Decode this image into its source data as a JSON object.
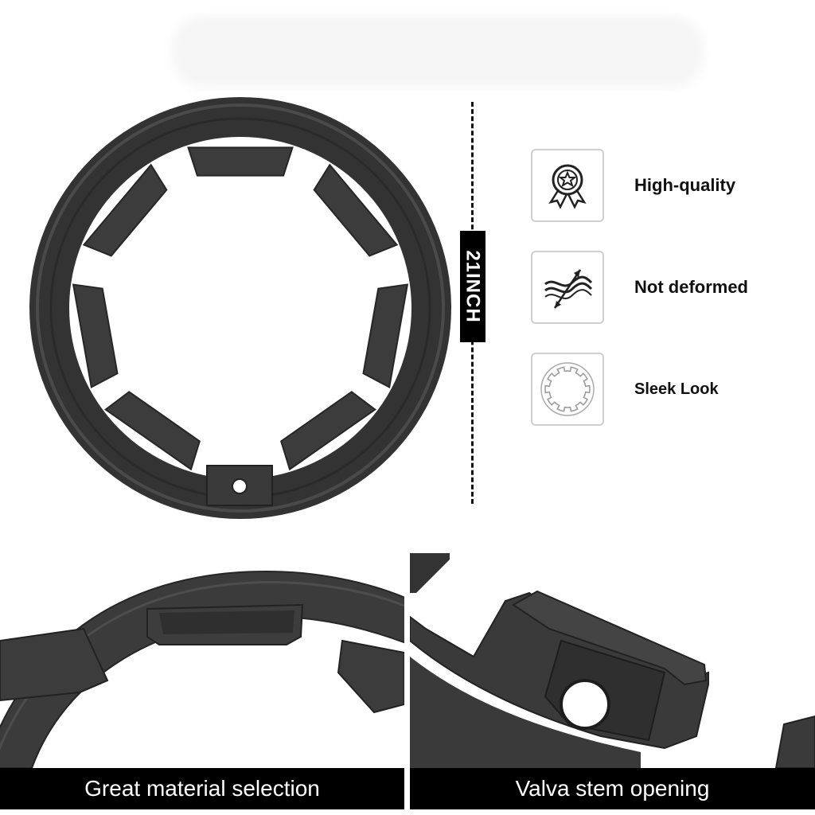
{
  "size_badge": "21INCH",
  "features": [
    {
      "icon": "award-medal-icon",
      "label": "High-quality"
    },
    {
      "icon": "flex-wave-icon",
      "label": "Not deformed"
    },
    {
      "icon": "gear-outline-icon",
      "label": "Sleek Look"
    }
  ],
  "captions": {
    "left": "Great material selection",
    "right": "Valva stem opening"
  },
  "colors": {
    "ring": "#3a3a3a",
    "ring_dark": "#2a2a2a",
    "caption_bg": "#000000",
    "caption_text": "#ffffff"
  }
}
